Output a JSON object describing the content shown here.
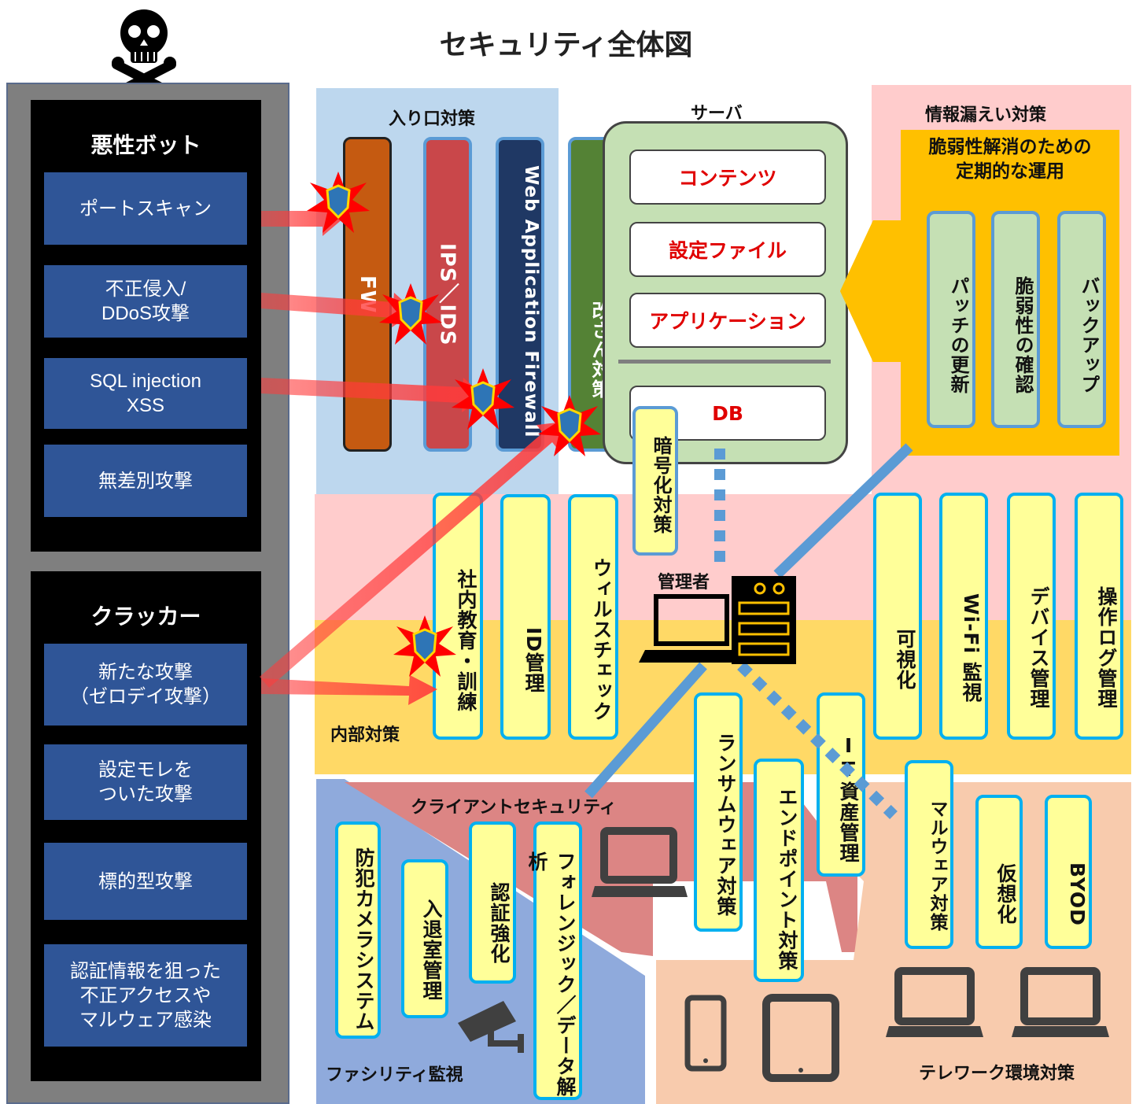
{
  "title": "セキュリティ全体図",
  "threats": {
    "bot": {
      "title": "悪性ボット",
      "items": [
        "ポートスキャン",
        "不正侵入/\nDDoS攻撃",
        "SQL injection\nXSS",
        "無差別攻撃"
      ]
    },
    "cracker": {
      "title": "クラッカー",
      "items": [
        "新たな攻撃\n（ゼロデイ攻撃）",
        "設定モレを\nついた攻撃",
        "標的型攻撃",
        "認証情報を狙った\n不正アクセスや\nマルウェア感染"
      ]
    }
  },
  "entrance": {
    "label": "入り口対策",
    "items": [
      "FW",
      "IPS／IDS",
      "Web Application Firewall",
      "改ざん対策"
    ]
  },
  "server": {
    "label": "サーバ",
    "items": [
      "コンテンツ",
      "設定ファイル",
      "アプリケーション",
      "DB"
    ]
  },
  "leak": {
    "label": "情報漏えい対策",
    "ops_title": "脆弱性解消のための\n定期的な運用",
    "ops_items": [
      "パッチの更新",
      "脆弱性の確認",
      "バックアップ"
    ],
    "items": [
      "可視化",
      "Wi-Fi 監視",
      "デバイス管理",
      "操作ログ管理"
    ]
  },
  "encryption": "暗号化対策",
  "admin_label": "管理者",
  "internal": {
    "label": "内部対策",
    "items": [
      "社内教育・訓練",
      "ID管理",
      "ウィルスチェック"
    ]
  },
  "client": {
    "label": "クライアントセキュリティ",
    "items": [
      "認証強化",
      "フォレンジック／データ解析",
      "ランサムウェア対策",
      "エンドポイント対策",
      "IT資産管理"
    ]
  },
  "facility": {
    "label": "ファシリティ監視",
    "items": [
      "防犯カメラシステム",
      "入退室管理"
    ]
  },
  "telework": {
    "label": "テレワーク環境対策",
    "items": [
      "マルウェア対策",
      "仮想化",
      "BYOD"
    ]
  },
  "colors": {
    "grey": "#7f7f7f",
    "attack_blue": "#2f5597",
    "fw": "#c55a11",
    "ips": "#c9474a",
    "waf": "#1f3864",
    "tamper": "#548235",
    "server_green": "#c5e0b4",
    "leak_pink": "#ffcccc",
    "ops_orange": "#ffc000",
    "internal_yellow": "#ffd966",
    "client_red": "#dc8584",
    "facility_blue": "#8faadc",
    "telework_peach": "#f8cbad",
    "arrow_red": "#ff3b3b",
    "line_blue": "#5b9bd5"
  },
  "icons": [
    "skull-crossbones-icon",
    "shield-burst-icon",
    "laptop-icon",
    "server-icon",
    "security-camera-icon",
    "smartphone-icon",
    "tablet-icon"
  ]
}
